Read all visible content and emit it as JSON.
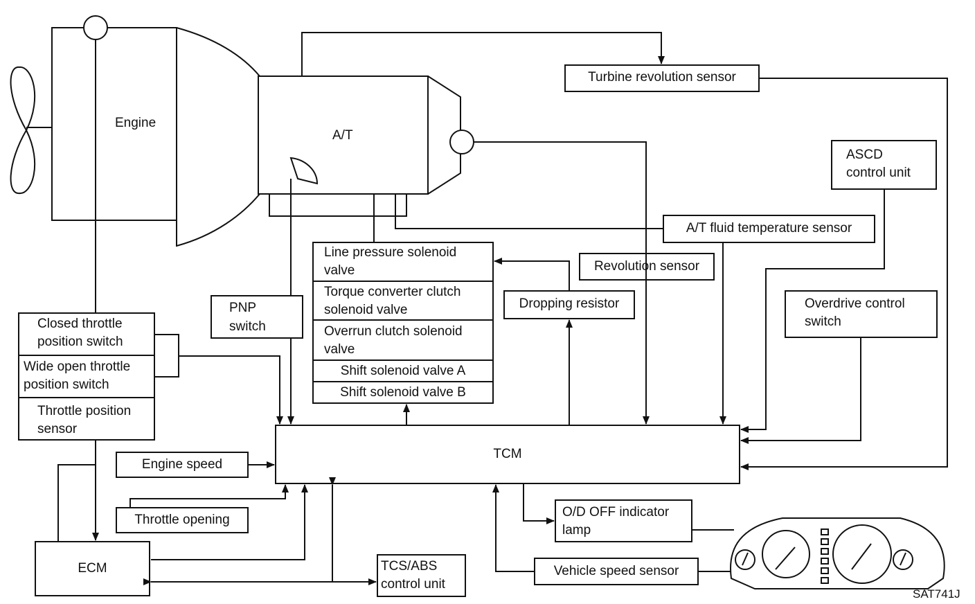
{
  "blocks": {
    "engine": "Engine",
    "at": "A/T",
    "turbine_sensor": "Turbine revolution sensor",
    "ascd_line1": "ASCD",
    "ascd_line2": "control unit",
    "fluid_temp_sensor": "A/T fluid temperature sensor",
    "revolution_sensor": "Revolution sensor",
    "line_pressure_line1": "Line pressure solenoid",
    "line_pressure_line2": "valve",
    "torque_conv_line1": "Torque converter clutch",
    "torque_conv_line2": "solenoid valve",
    "overrun_line1": "Overrun clutch solenoid",
    "overrun_line2": "valve",
    "shift_a": "Shift solenoid valve A",
    "shift_b": "Shift solenoid valve B",
    "dropping_resistor": "Dropping resistor",
    "overdrive_line1": "Overdrive control",
    "overdrive_line2": "switch",
    "pnp_line1": "PNP",
    "pnp_line2": "switch",
    "closed_throttle_line1": "Closed throttle",
    "closed_throttle_line2": "position switch",
    "wide_open_line1": "Wide open throttle",
    "wide_open_line2": "position switch",
    "tps_line1": "Throttle position",
    "tps_line2": "sensor",
    "engine_speed": "Engine speed",
    "tcm": "TCM",
    "throttle_opening": "Throttle opening",
    "od_off_line1": "O/D OFF indicator",
    "od_off_line2": "lamp",
    "ecm": "ECM",
    "tcs_abs_line1": "TCS/ABS",
    "tcs_abs_line2": "control unit",
    "vehicle_speed_sensor": "Vehicle speed sensor"
  },
  "figure_code": "SAT741J",
  "colors": {
    "line": "#111111",
    "background": "#ffffff"
  }
}
